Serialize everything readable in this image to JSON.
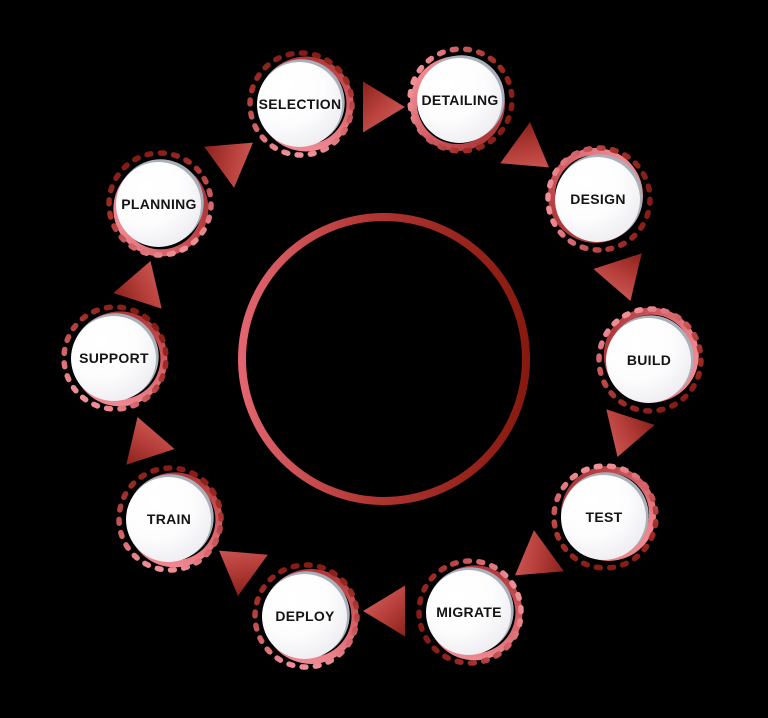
{
  "diagram": {
    "type": "cycle",
    "direction": "clockwise",
    "background_color": "#000000",
    "steps": [
      {
        "label": "SELECTION"
      },
      {
        "label": "DETAILING"
      },
      {
        "label": "DESIGN"
      },
      {
        "label": "BUILD"
      },
      {
        "label": "TEST"
      },
      {
        "label": "MIGRATE"
      },
      {
        "label": "DEPLOY"
      },
      {
        "label": "TRAIN"
      },
      {
        "label": "SUPPORT"
      },
      {
        "label": "PLANNING"
      }
    ],
    "arrows": {
      "count": 10,
      "direction": "clockwise"
    },
    "colors": {
      "node_fill": "#ffffff",
      "node_fill_edge": "#dcdce2",
      "node_rim_gray": "#aab0ba",
      "dash_dark": "#841c15",
      "dash_light": "#ef9097",
      "solid_ring_dark": "#b03a3b",
      "solid_ring_light": "#ef8790",
      "arrow_dark": "#8e241e",
      "arrow_light": "#cd5a56",
      "center_ring_dark": "#871a0f",
      "center_ring_light": "#e2656f",
      "label_color": "#141414"
    }
  }
}
